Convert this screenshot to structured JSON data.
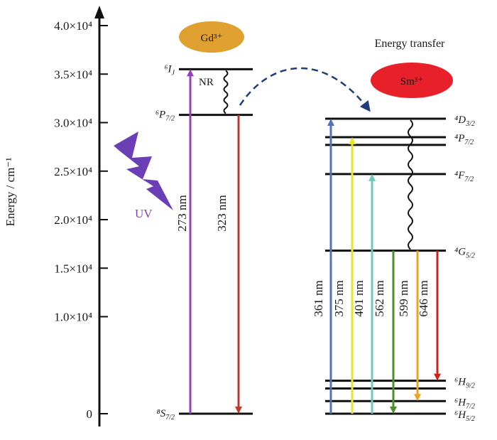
{
  "y_axis": {
    "label": "Energy / cm⁻¹",
    "ticks": [
      {
        "value": 0,
        "label": "0"
      },
      {
        "value": 10000,
        "label": "1.0×10⁴"
      },
      {
        "value": 15000,
        "label": "1.5×10⁴"
      },
      {
        "value": 20000,
        "label": "2.0×10⁴"
      },
      {
        "value": 25000,
        "label": "2.5×10⁴"
      },
      {
        "value": 30000,
        "label": "3.0×10⁴"
      },
      {
        "value": 35000,
        "label": "3.5×10⁴"
      },
      {
        "value": 40000,
        "label": "4.0×10⁴"
      }
    ]
  },
  "gd": {
    "ion_label": "Gd³⁺",
    "ion_color": "#e0a030",
    "levels": [
      {
        "id": "6I",
        "term": "⁶I",
        "sub": "J",
        "energy": 35500
      },
      {
        "id": "6P",
        "term": "⁶P",
        "sub": "7/2",
        "energy": 30800
      },
      {
        "id": "8S",
        "term": "⁸S",
        "sub": "7/2",
        "energy": 0
      }
    ],
    "excitation": {
      "label": "273 nm",
      "color": "#9b3fc0"
    },
    "emission": {
      "label": "323 nm",
      "color": "#c0392b"
    },
    "nr_label": "NR",
    "uv_label": "UV",
    "uv_color": "#6a3fb5"
  },
  "energy_transfer_label": "Energy transfer",
  "sm": {
    "ion_label": "Sm³⁺",
    "ion_color": "#e8202a",
    "levels": [
      {
        "id": "4D",
        "term": "⁴D",
        "sub": "3/2",
        "energy": 30400,
        "labeled": true
      },
      {
        "id": "4P",
        "term": "⁴P",
        "sub": "7/2",
        "energy": 28500,
        "labeled": true
      },
      {
        "id": "4P_b",
        "term": "",
        "sub": "",
        "energy": 27700,
        "labeled": false
      },
      {
        "id": "4F",
        "term": "⁴F",
        "sub": "7/2",
        "energy": 24700,
        "labeled": true
      },
      {
        "id": "4G",
        "term": "⁴G",
        "sub": "5/2",
        "energy": 16800,
        "labeled": true
      },
      {
        "id": "6H9",
        "term": "⁶H",
        "sub": "9/2",
        "energy": 3400,
        "labeled": true
      },
      {
        "id": "6H9b",
        "term": "",
        "sub": "",
        "energy": 2600,
        "labeled": false
      },
      {
        "id": "6H7",
        "term": "⁶H",
        "sub": "7/2",
        "energy": 1300,
        "labeled": true
      },
      {
        "id": "6H5",
        "term": "⁶H",
        "sub": "5/2",
        "energy": 0,
        "labeled": true
      }
    ],
    "transitions": [
      {
        "label": "361 nm",
        "color": "#5472b8",
        "direction": "up",
        "from": "6H5",
        "to": "4D"
      },
      {
        "label": "375 nm",
        "color": "#e6e628",
        "direction": "up",
        "from": "6H5",
        "to": "4P"
      },
      {
        "label": "401 nm",
        "color": "#6ec8c0",
        "direction": "up",
        "from": "6H5",
        "to": "4F"
      },
      {
        "label": "562 nm",
        "color": "#4f8f2a",
        "direction": "down",
        "from": "4G",
        "to": "6H5"
      },
      {
        "label": "599 nm",
        "color": "#f0a020",
        "direction": "down",
        "from": "4G",
        "to": "6H7"
      },
      {
        "label": "646 nm",
        "color": "#d02020",
        "direction": "down",
        "from": "4G",
        "to": "6H9"
      }
    ]
  }
}
